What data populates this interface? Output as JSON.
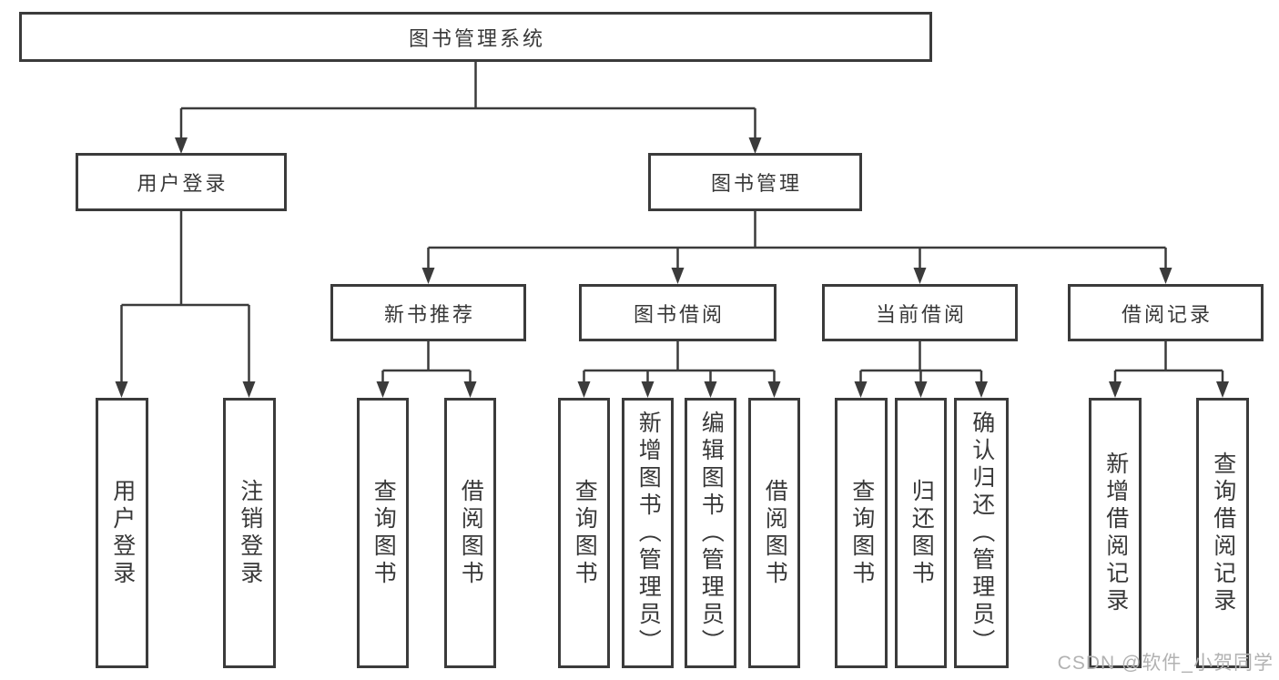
{
  "title": "图书管理系统",
  "watermark": "CSDN @软件_小贺同学",
  "colors": {
    "line": "#3b3b3b",
    "text": "#383838",
    "background": "#ffffff",
    "watermark": "#b2b2b2"
  },
  "nodes": {
    "root": {
      "label": "图书管理系统"
    },
    "level2": [
      {
        "label": "用户登录"
      },
      {
        "label": "图书管理"
      }
    ],
    "level3": [
      {
        "label": "新书推荐",
        "parent": "图书管理"
      },
      {
        "label": "图书借阅",
        "parent": "图书管理"
      },
      {
        "label": "当前借阅",
        "parent": "图书管理"
      },
      {
        "label": "借阅记录",
        "parent": "图书管理"
      }
    ],
    "leaves": [
      {
        "label": "用户登录",
        "parent": "用户登录"
      },
      {
        "label": "注销登录",
        "parent": "用户登录"
      },
      {
        "label": "查询图书",
        "parent": "新书推荐"
      },
      {
        "label": "借阅图书",
        "parent": "新书推荐"
      },
      {
        "label": "查询图书",
        "parent": "图书借阅"
      },
      {
        "label": "新增图书（管理员）",
        "parent": "图书借阅"
      },
      {
        "label": "编辑图书（管理员）",
        "parent": "图书借阅"
      },
      {
        "label": "借阅图书",
        "parent": "图书借阅"
      },
      {
        "label": "查询图书",
        "parent": "当前借阅"
      },
      {
        "label": "归还图书",
        "parent": "当前借阅"
      },
      {
        "label": "确认归还（管理员）",
        "parent": "当前借阅"
      },
      {
        "label": "新增借阅记录",
        "parent": "借阅记录"
      },
      {
        "label": "查询借阅记录",
        "parent": "借阅记录"
      }
    ]
  }
}
